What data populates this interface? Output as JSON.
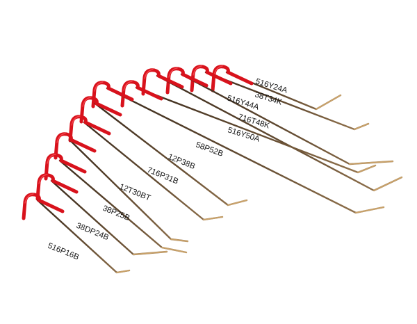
{
  "colors": {
    "background": "#ffffff",
    "handle_red": "#d8121c",
    "handle_highlight": "#ff5a5f",
    "rod_dark": "#3a2a1c",
    "rod_light": "#9a7a52",
    "tip_gold": "#c9a26a",
    "label_text": "#141414"
  },
  "rods": [
    {
      "id": "516Y24A",
      "label": "516Y24A"
    },
    {
      "id": "38T34K",
      "label": "38T34K"
    },
    {
      "id": "516Y44A",
      "label": "516Y44A"
    },
    {
      "id": "716T48K",
      "label": "716T48K"
    },
    {
      "id": "516Y50A",
      "label": "516Y50A"
    },
    {
      "id": "58P52B",
      "label": "58P52B"
    },
    {
      "id": "12P38B",
      "label": "12P38B"
    },
    {
      "id": "716P31B",
      "label": "716P31B"
    },
    {
      "id": "12T30BT",
      "label": "12T30BT"
    },
    {
      "id": "38P25B",
      "label": "38P25B"
    },
    {
      "id": "38DP24B",
      "label": "38DP24B"
    },
    {
      "id": "516P16B",
      "label": "516P16B"
    }
  ]
}
